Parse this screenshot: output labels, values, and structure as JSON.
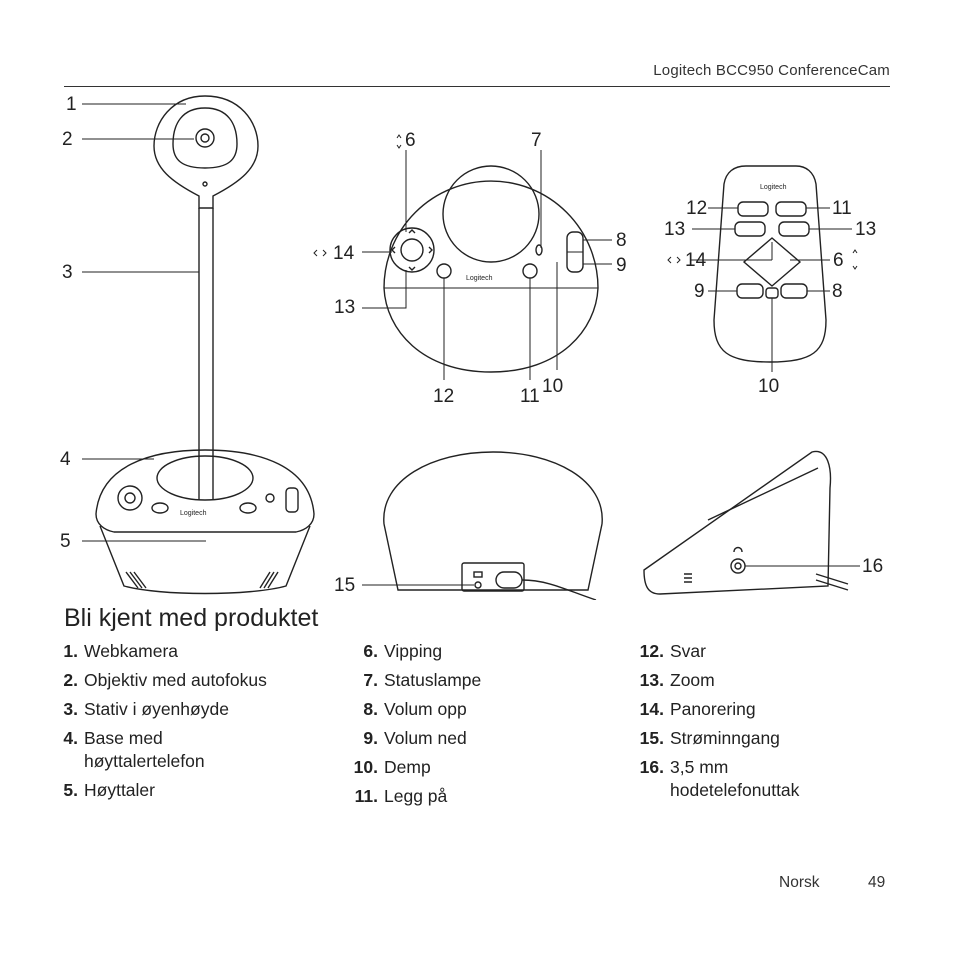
{
  "header": {
    "title": "Logitech BCC950 ConferenceCam"
  },
  "figure": {
    "brand": "Logitech",
    "callouts": {
      "c1": "1",
      "c2": "2",
      "c3": "3",
      "c4": "4",
      "c5": "5",
      "c6": "6",
      "c7": "7",
      "c8": "8",
      "c9": "9",
      "c10": "10",
      "c11": "11",
      "c12": "12",
      "c13": "13",
      "c14": "14",
      "c15": "15",
      "c16": "16",
      "r12": "12",
      "r11": "11",
      "r13a": "13",
      "r13b": "13",
      "r14": "14",
      "r6": "6",
      "r9": "9",
      "r8": "8",
      "r10": "10"
    }
  },
  "section": {
    "heading": "Bli kjent med produktet"
  },
  "parts": {
    "col1": [
      {
        "n": "1.",
        "t": "Webkamera"
      },
      {
        "n": "2.",
        "t": "Objektiv med autofokus"
      },
      {
        "n": "3.",
        "t": "Stativ i øyenhøyde"
      },
      {
        "n": "4.",
        "t": "Base med høyttalertelefon"
      },
      {
        "n": "5.",
        "t": "Høyttaler"
      }
    ],
    "col2": [
      {
        "n": "6.",
        "t": "Vipping"
      },
      {
        "n": "7.",
        "t": "Statuslampe"
      },
      {
        "n": "8.",
        "t": "Volum opp"
      },
      {
        "n": "9.",
        "t": "Volum ned"
      },
      {
        "n": "10.",
        "t": "Demp"
      },
      {
        "n": "11.",
        "t": "Legg på"
      }
    ],
    "col3": [
      {
        "n": "12.",
        "t": "Svar"
      },
      {
        "n": "13.",
        "t": "Zoom"
      },
      {
        "n": "14.",
        "t": "Panorering"
      },
      {
        "n": "15.",
        "t": "Strøminngang"
      },
      {
        "n": "16.",
        "t": "3,5 mm hodetelefonuttak"
      }
    ]
  },
  "footer": {
    "language": "Norsk",
    "page": "49"
  }
}
